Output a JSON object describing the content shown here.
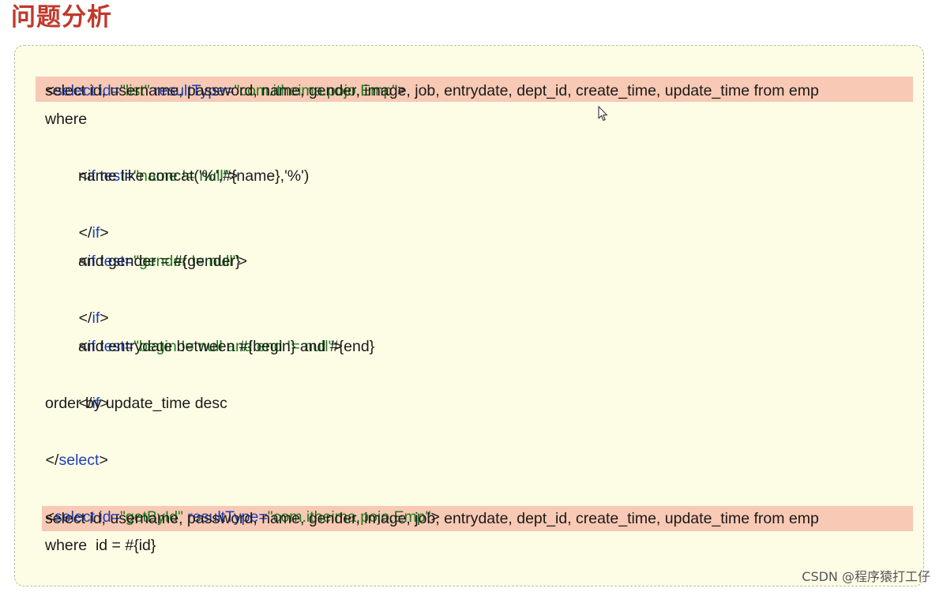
{
  "page": {
    "title": "问题分析",
    "watermark": "CSDN @程序猿打工仔"
  },
  "colors": {
    "title": "#c0392b",
    "box_background": "#fdfde6",
    "highlight": "#f8c9b4",
    "keyword": "#1c3fb5",
    "string": "#1f7a1f"
  },
  "code": {
    "l1_open": "<",
    "l1_tag": "select",
    "l1_attr1": " id=",
    "l1_val1": "\"list\"",
    "l1_attr2": " resultType=",
    "l1_val2": "\"com.itheima.pojo.Emp\"",
    "l1_close": ">",
    "l2": "select id, username, password, name, gender, image, job, entrydate, dept_id, create_time, update_time from emp",
    "l3": "where",
    "l4_open": "<",
    "l4_tag": "if",
    "l4_attr": " test=",
    "l4_val": "\"name != null\"",
    "l4_close": ">",
    "l5": "name like concat('%',#{name},'%')",
    "l6_open": "</",
    "l6_tag": "if",
    "l6_close": ">",
    "l7_open": "<",
    "l7_tag": "if",
    "l7_attr": " test=",
    "l7_val": "\"gender != null\"",
    "l7_close": ">",
    "l8": "and gender = #{gender}",
    "l9_open": "</",
    "l9_tag": "if",
    "l9_close": ">",
    "l10_open": "<",
    "l10_tag": "if",
    "l10_attr": " test=",
    "l10_val": "\"begin != null and end != null\"",
    "l10_close": ">",
    "l11": "and entrydate between #{begin} and #{end}",
    "l12_open": "</",
    "l12_tag": "if",
    "l12_close": ">",
    "l13": "order by update_time desc",
    "l14_open": "</",
    "l14_tag": "select",
    "l14_close": ">",
    "l15_open": "<",
    "l15_tag": "select",
    "l15_attr1": " id=",
    "l15_val1": "\"getById\"",
    "l15_attr2": " resultType=",
    "l15_val2": "\"com.itheima.pojo.Emp\"",
    "l15_close": ">",
    "l16": "select id, username, password, name, gender, image, job, entrydate, dept_id, create_time, update_time from emp",
    "l17": "where  id = #{id}",
    "l18_open": "</",
    "l18_tag": "select",
    "l18_close": ">"
  }
}
